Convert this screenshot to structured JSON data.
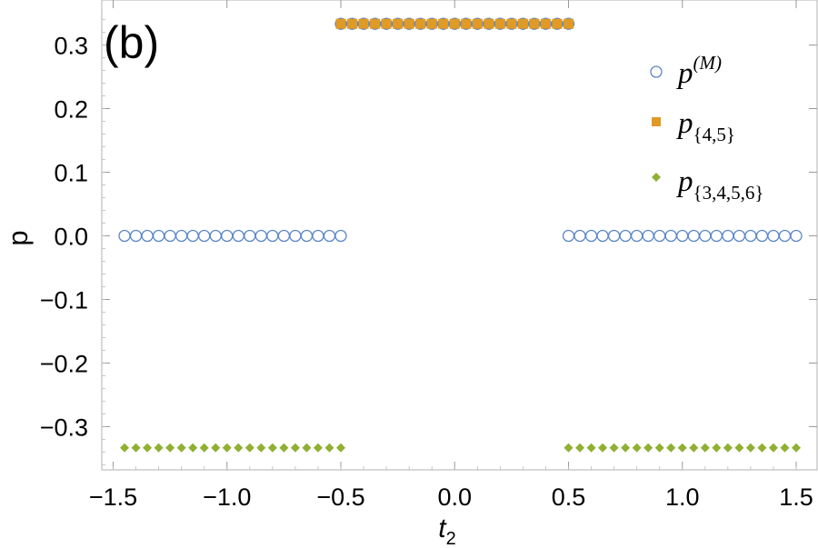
{
  "chart_data": {
    "type": "scatter",
    "panel_label": "(b)",
    "xlabel": {
      "base": "t",
      "sub": "2"
    },
    "ylabel": "p",
    "xlim": [
      -1.5,
      1.5
    ],
    "ylim": [
      -0.37,
      0.35
    ],
    "xticks": [
      -1.5,
      -1.0,
      -0.5,
      0.0,
      0.5,
      1.0,
      1.5
    ],
    "xtick_labels": [
      "−1.5",
      "−1.0",
      "−0.5",
      "0.0",
      "0.5",
      "1.0",
      "1.5"
    ],
    "yticks": [
      0.3,
      0.2,
      0.1,
      0.0,
      -0.1,
      -0.2,
      -0.3
    ],
    "ytick_labels": [
      "0.3",
      "0.2",
      "0.1",
      "0.0",
      "−0.1",
      "−0.2",
      "−0.3"
    ],
    "grid": false,
    "legend_position": "top-right",
    "series": [
      {
        "key": "pM",
        "legend": {
          "base": "p",
          "sup": "(M)"
        },
        "marker": "open-circle",
        "color": "#5b87c6",
        "segments": [
          {
            "x_start": -1.45,
            "x_end": -0.5,
            "count": 20,
            "y": 0.0
          },
          {
            "x_start": 0.5,
            "x_end": 1.5,
            "count": 21,
            "y": 0.0
          },
          {
            "x_start": -0.5,
            "x_end": 0.5,
            "count": 21,
            "y": 0.3333
          }
        ]
      },
      {
        "key": "p45",
        "legend": {
          "base": "p",
          "sub": "{4,5}"
        },
        "marker": "filled-square",
        "color": "#e09a26",
        "segments": [
          {
            "x_start": -0.5,
            "x_end": 0.5,
            "count": 21,
            "y": 0.3333
          }
        ]
      },
      {
        "key": "p3456",
        "legend": {
          "base": "p",
          "sub": "{3,4,5,6}"
        },
        "marker": "filled-diamond",
        "color": "#8fb032",
        "segments": [
          {
            "x_start": -1.45,
            "x_end": -0.5,
            "count": 20,
            "y": -0.3333
          },
          {
            "x_start": 0.5,
            "x_end": 1.5,
            "count": 21,
            "y": -0.3333
          }
        ]
      }
    ]
  }
}
